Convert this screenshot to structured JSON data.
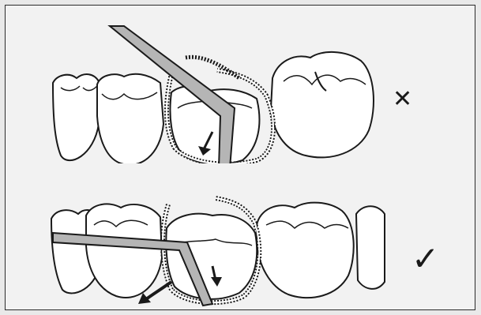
{
  "figure": {
    "panels": [
      {
        "id": "incorrect",
        "verdict_symbol": "✕",
        "verdict": "incorrect"
      },
      {
        "id": "correct",
        "verdict_symbol": "✓",
        "verdict": "correct"
      }
    ],
    "colors": {
      "line": "#1a1a1a",
      "tooth_fill": "#ffffff",
      "instrument_fill": "#b5b5b5",
      "background": "#f2f2f2"
    }
  }
}
